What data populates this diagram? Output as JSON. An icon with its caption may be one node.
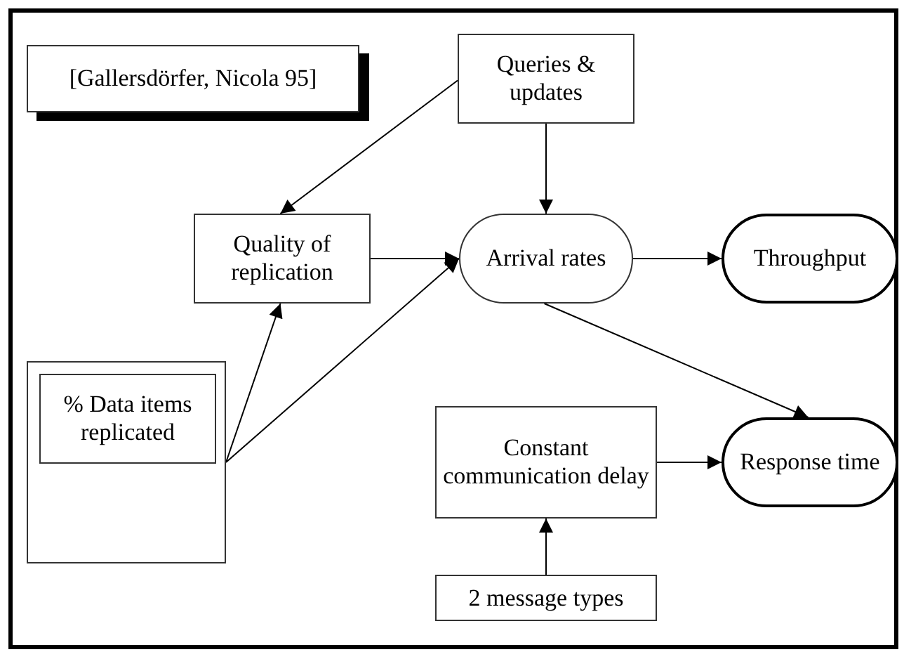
{
  "diagram": {
    "nodes": [
      {
        "text": [
          "[Gallersdörfer, Nicola 95]"
        ]
      },
      {
        "text": [
          "Queries & updates"
        ]
      },
      {
        "text": [
          "Quality of replication"
        ]
      },
      {
        "text": [
          "Arrival rates"
        ]
      },
      {
        "text": [
          "Throughput"
        ]
      },
      {
        "text": [],
        "shape": "box"
      },
      {
        "text": [
          "% Data items replicated"
        ],
        "in": 5
      },
      {
        "text": [
          "Constant communication delay"
        ]
      },
      {
        "text": [
          "Response time"
        ]
      },
      {
        "text": [
          "2 message types"
        ]
      }
    ],
    "edges": [
      {
        "from": 1,
        "to": 2,
        "arrow": "to"
      },
      {
        "from": 1,
        "to": 3,
        "arrow": "to"
      },
      {
        "from": 2,
        "to": 3,
        "arrow": "to"
      },
      {
        "from": 5,
        "to": 2,
        "arrow": "to"
      },
      {
        "from": 5,
        "to": 3,
        "arrow": "to"
      },
      {
        "from": 3,
        "to": 4,
        "arrow": "to"
      },
      {
        "from": 3,
        "to": 8,
        "arrow": "to"
      },
      {
        "from": 7,
        "to": 8,
        "arrow": "to"
      },
      {
        "from": 9,
        "to": 7,
        "arrow": "to"
      }
    ]
  }
}
